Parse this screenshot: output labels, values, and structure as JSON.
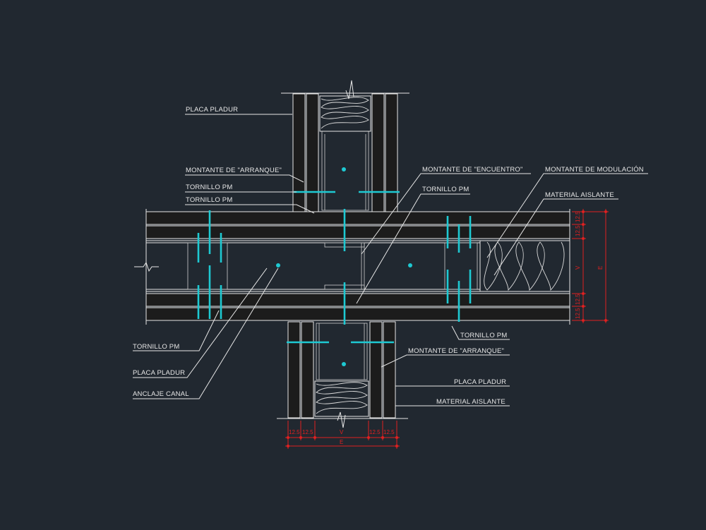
{
  "drawing": {
    "labels": {
      "placa_pladur_top": "PLACA PLADUR",
      "montante_arranque_top": "MONTANTE DE \"ARRANQUE\"",
      "tornillo_pm_1": "TORNILLO PM",
      "tornillo_pm_2": "TORNILLO PM",
      "montante_encuentro": "MONTANTE DE \"ENCUENTRO\"",
      "tornillo_pm_3": "TORNILLO PM",
      "montante_modulacion": "MONTANTE DE MODULACIÓN",
      "material_aislante_right": "MATERIAL AISLANTE",
      "tornillo_pm_right": "TORNILLO PM",
      "montante_arranque_bottom": "MONTANTE DE \"ARRANQUE\"",
      "placa_pladur_bottom": "PLACA PLADUR",
      "material_aislante_bottom": "MATERIAL AISLANTE",
      "tornillo_pm_left": "TORNILLO PM",
      "placa_pladur_left": "PLACA PLADUR",
      "anclaje_canal": "ANCLAJE CANAL"
    },
    "dimensions": {
      "right_small_1": "12.5",
      "right_small_2": "12.5",
      "right_v": "V",
      "right_small_3": "12.5",
      "right_small_4": "12.5",
      "right_e": "E",
      "bottom_small_1": "12.5",
      "bottom_small_2": "12.5",
      "bottom_v": "V",
      "bottom_small_3": "12.5",
      "bottom_small_4": "12.5",
      "bottom_e": "E"
    },
    "colors": {
      "background": "#212830",
      "linework": "#e6e6e6",
      "screws": "#1ec9d2",
      "dimensions": "#e02020"
    }
  }
}
